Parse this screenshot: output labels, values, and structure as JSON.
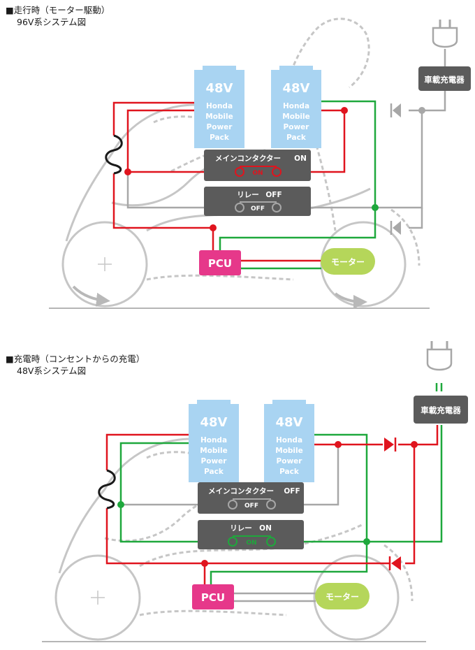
{
  "section1": {
    "title": "■走行時（モーター駆動）",
    "subtitle": "96V系システム図",
    "battery_left": {
      "voltage": "48V",
      "line1": "Honda",
      "line2": "Mobile",
      "line3": "Power",
      "line4": "Pack"
    },
    "battery_right": {
      "voltage": "48V",
      "line1": "Honda",
      "line2": "Mobile",
      "line3": "Power",
      "line4": "Pack"
    },
    "main_contactor": {
      "label": "メインコンタクター",
      "state": "ON"
    },
    "relay": {
      "label": "リレー",
      "state": "OFF"
    },
    "pcu": "PCU",
    "motor": "モーター",
    "charger": "車載充電器"
  },
  "section2": {
    "title": "■充電時（コンセントからの充電）",
    "subtitle": "48V系システム図",
    "battery_left": {
      "voltage": "48V",
      "line1": "Honda",
      "line2": "Mobile",
      "line3": "Power",
      "line4": "Pack"
    },
    "battery_right": {
      "voltage": "48V",
      "line1": "Honda",
      "line2": "Mobile",
      "line3": "Power",
      "line4": "Pack"
    },
    "main_contactor": {
      "label": "メインコンタクター",
      "state": "OFF"
    },
    "relay": {
      "label": "リレー",
      "state": "ON"
    },
    "pcu": "PCU",
    "motor": "モーター",
    "charger": "車載充電器"
  },
  "colors": {
    "active_red": "#e0141e",
    "active_green": "#1ea83c",
    "inactive_gray": "#a7a7a7",
    "battery_blue": "#a9d4f2",
    "pcu_pink": "#e6388a",
    "motor_green": "#b5d65a",
    "box_dark": "#5b5b5b"
  }
}
